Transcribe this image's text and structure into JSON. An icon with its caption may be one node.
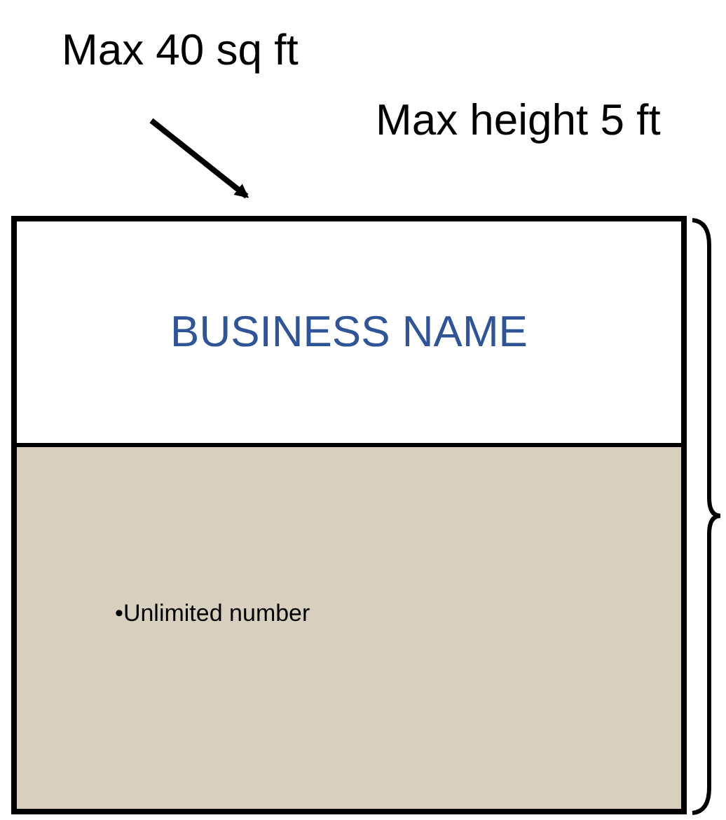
{
  "diagram": {
    "nodes": [
      {
        "text": [
          "Max 40 sq ft"
        ]
      },
      {
        "text": [],
        "shape": "box"
      },
      {
        "text": [
          "BUSINESS NAME"
        ],
        "in": 1
      },
      {
        "text": [
          "•Unlimited number"
        ],
        "in": 1
      }
    ],
    "edges": [
      {
        "from": 0,
        "to": 1,
        "arrow": "to"
      }
    ],
    "labels": [
      "Max height 5 ft"
    ]
  }
}
